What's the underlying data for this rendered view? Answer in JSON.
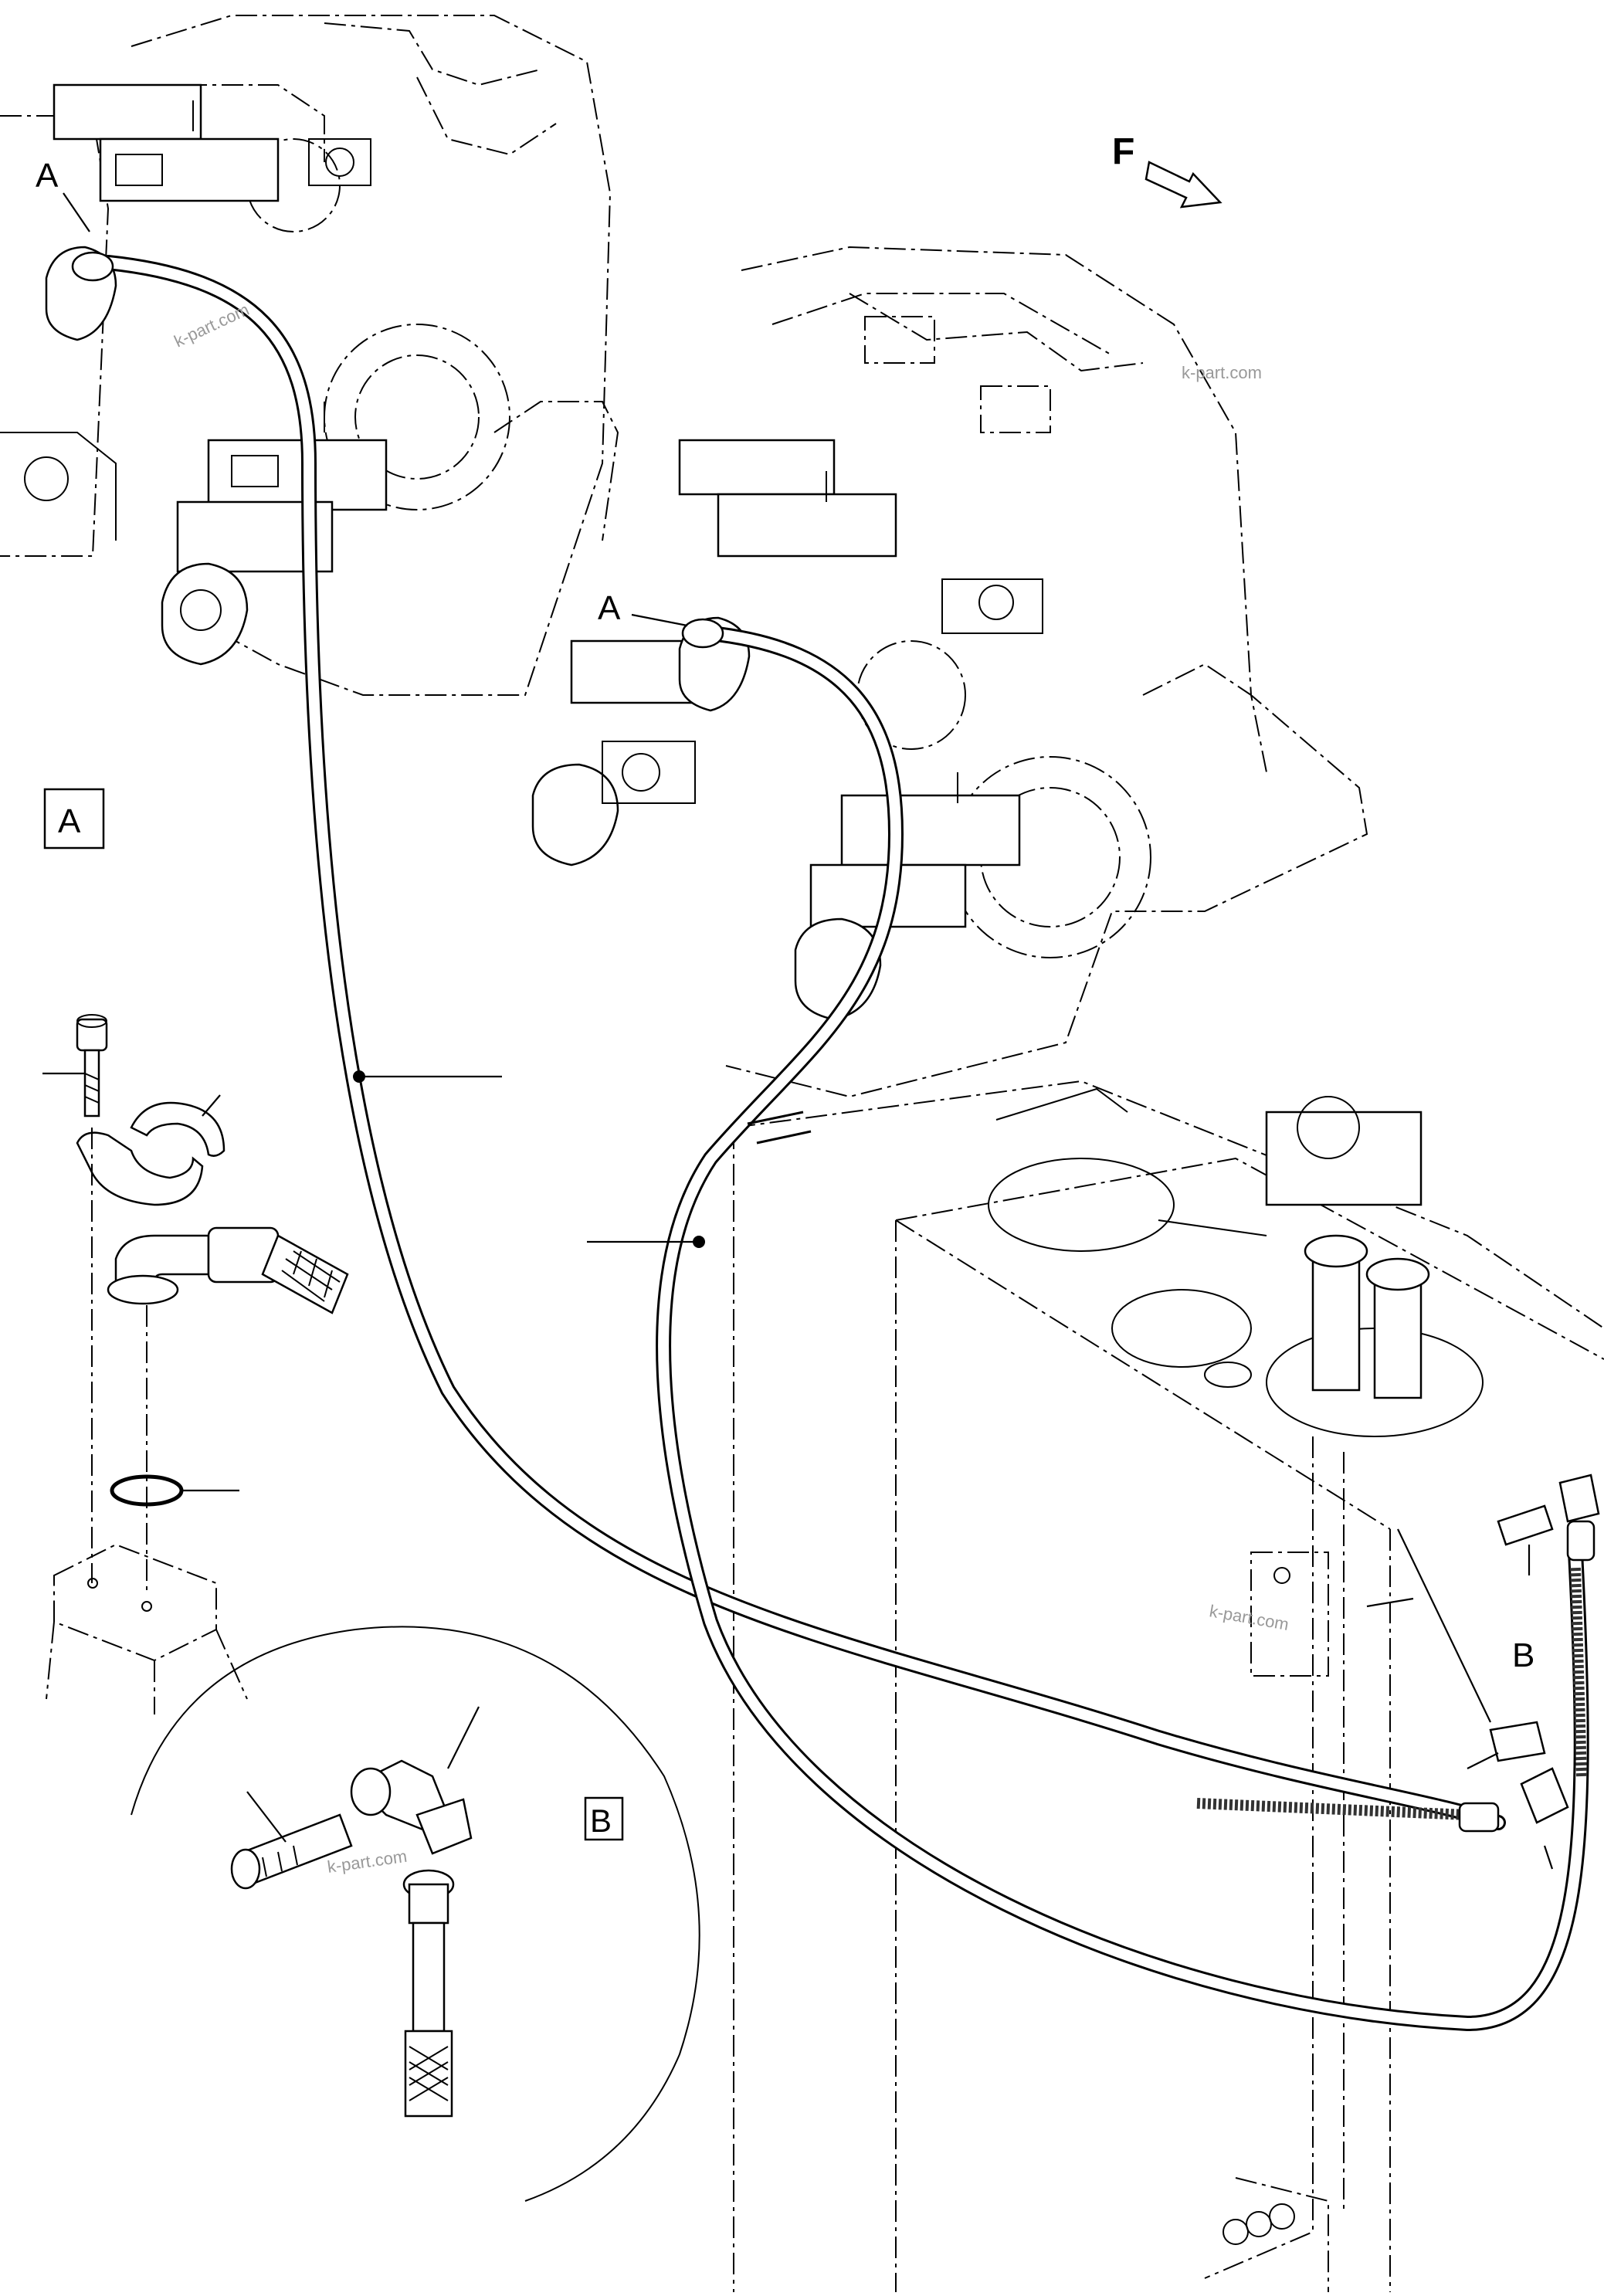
{
  "diagram": {
    "direction_indicator": {
      "letter": "F"
    },
    "callouts": {
      "view_a_marker_upper": "A",
      "view_a_marker_lower": "A",
      "detail_b_marker": "B"
    },
    "detail_boxes": {
      "detail_a_label": "A",
      "detail_b_label": "B"
    },
    "watermarks": [
      "k-part.com",
      "k-part.com",
      "k-part.com",
      "k-part.com"
    ]
  }
}
